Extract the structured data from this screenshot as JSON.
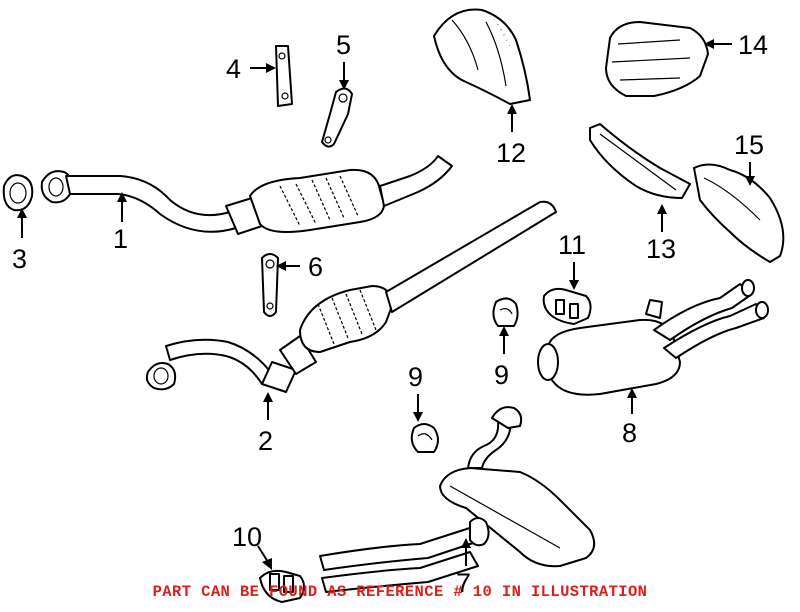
{
  "callouts": {
    "c1": "1",
    "c2": "2",
    "c3": "3",
    "c4": "4",
    "c5": "5",
    "c6": "6",
    "c7": "7",
    "c8": "8",
    "c9a": "9",
    "c9b": "9",
    "c10": "10",
    "c11": "11",
    "c12": "12",
    "c13": "13",
    "c14": "14",
    "c15": "15"
  },
  "note": "PART CAN BE FOUND AS REFERENCE # 10 IN ILLUSTRATION",
  "colors": {
    "line": "#000000",
    "note": "#d9201e",
    "background": "#ffffff"
  }
}
